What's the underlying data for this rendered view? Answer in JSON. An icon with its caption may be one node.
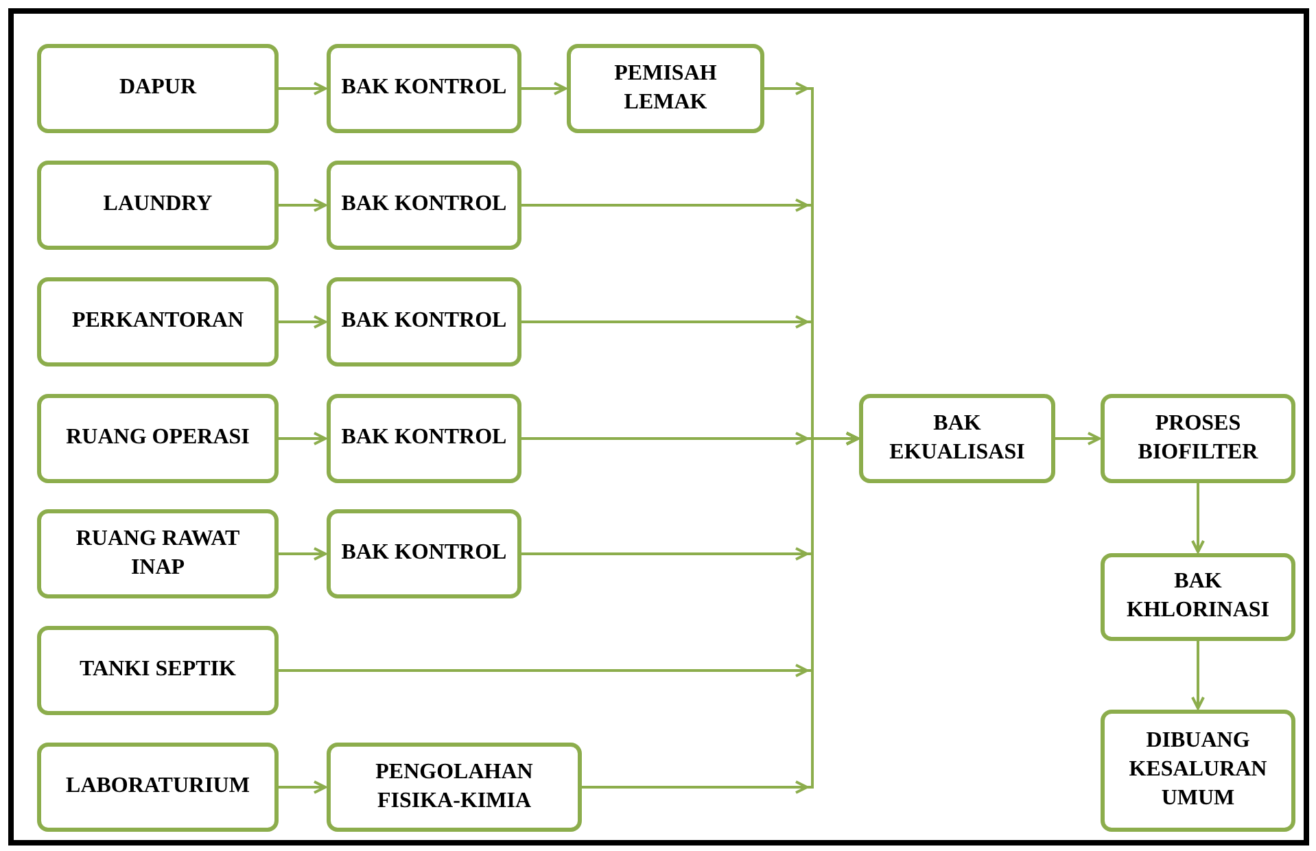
{
  "diagram": {
    "nodes": [
      {
        "text": [
          "DAPUR"
        ]
      },
      {
        "text": [
          "BAK KONTROL"
        ]
      },
      {
        "text": [
          "PEMISAH LEMAK"
        ]
      },
      {
        "text": [
          "LAUNDRY"
        ]
      },
      {
        "text": [
          "BAK KONTROL"
        ]
      },
      {
        "text": [
          "PERKANTORAN"
        ]
      },
      {
        "text": [
          "BAK KONTROL"
        ]
      },
      {
        "text": [
          "RUANG OPERASI"
        ]
      },
      {
        "text": [
          "BAK KONTROL"
        ]
      },
      {
        "text": [
          "BAK EKUALISASI"
        ]
      },
      {
        "text": [
          "PROSES BIOFILTER"
        ]
      },
      {
        "text": [
          "RUANG RAWAT INAP"
        ]
      },
      {
        "text": [
          "BAK KONTROL"
        ]
      },
      {
        "text": [
          "BAK KHLORINASI"
        ]
      },
      {
        "text": [
          "TANKI SEPTIK"
        ]
      },
      {
        "text": [
          "LABORATURIUM"
        ]
      },
      {
        "text": [
          "PENGOLAHAN FISIKA-KIMIA"
        ]
      },
      {
        "text": [
          "DIBUANG KESALURAN UMUM"
        ]
      }
    ],
    "edges": [
      {
        "from": 0,
        "to": 1,
        "arrow": "to"
      },
      {
        "from": 1,
        "to": 2,
        "arrow": "to"
      },
      {
        "from": 2,
        "to": 9,
        "arrow": "to"
      },
      {
        "from": 3,
        "to": 4,
        "arrow": "to"
      },
      {
        "from": 4,
        "to": 9,
        "arrow": "to"
      },
      {
        "from": 5,
        "to": 6,
        "arrow": "to"
      },
      {
        "from": 6,
        "to": 9,
        "arrow": "to"
      },
      {
        "from": 7,
        "to": 8,
        "arrow": "to"
      },
      {
        "from": 8,
        "to": 9,
        "arrow": "to"
      },
      {
        "from": 9,
        "to": 10,
        "arrow": "to"
      },
      {
        "from": 10,
        "to": 13,
        "arrow": "to"
      },
      {
        "from": 11,
        "to": 12,
        "arrow": "to"
      },
      {
        "from": 12,
        "to": 9,
        "arrow": "to"
      },
      {
        "from": 13,
        "to": 17,
        "arrow": "to"
      },
      {
        "from": 14,
        "to": 9,
        "arrow": "to"
      },
      {
        "from": 15,
        "to": 16,
        "arrow": "to"
      },
      {
        "from": 16,
        "to": 9,
        "arrow": "to"
      }
    ]
  }
}
